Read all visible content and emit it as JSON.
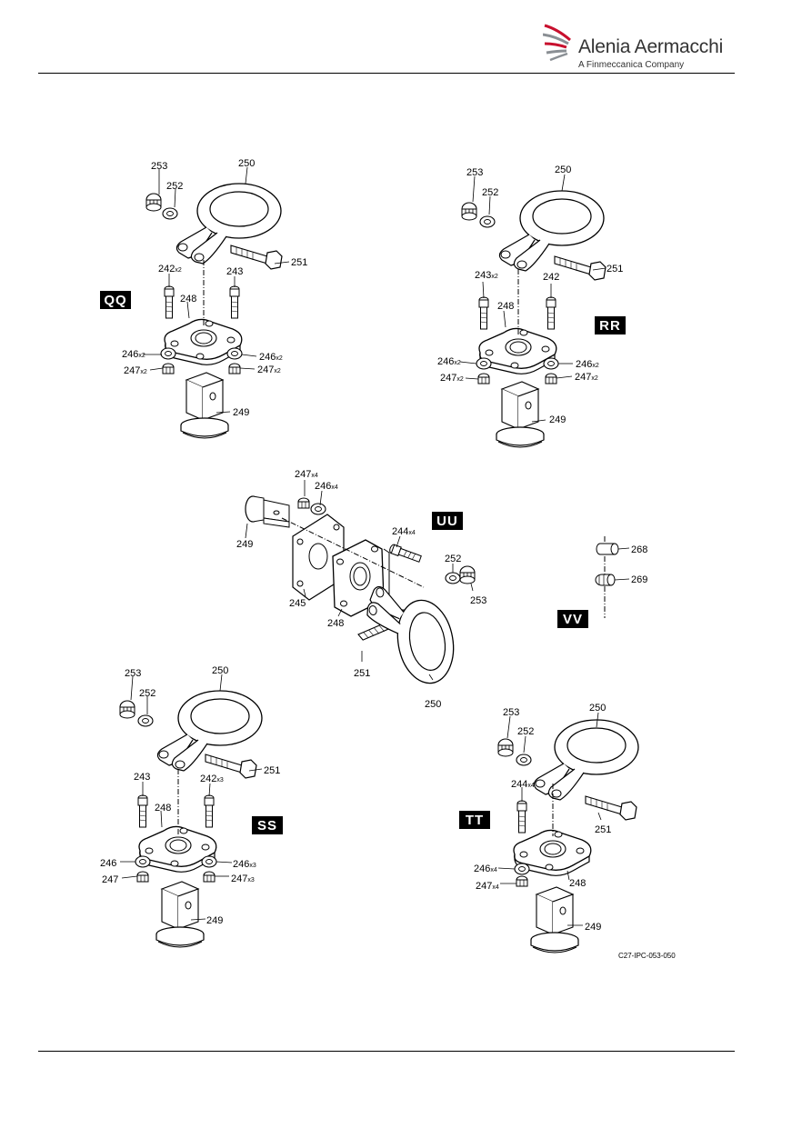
{
  "header": {
    "brand": "Alenia Aermacchi",
    "tagline": "A Finmeccanica Company"
  },
  "figure_code": "C27-IPC-053-050",
  "colors": {
    "ink": "#000000",
    "brand_red": "#c8102e",
    "brand_grey": "#8a8f94"
  },
  "views": {
    "qq": {
      "label": "QQ"
    },
    "rr": {
      "label": "RR"
    },
    "ss": {
      "label": "SS"
    },
    "tt": {
      "label": "TT"
    },
    "uu": {
      "label": "UU"
    },
    "vv": {
      "label": "VV"
    }
  },
  "callouts": [
    {
      "id": "qq-253",
      "ref": "253",
      "qty": ""
    },
    {
      "id": "qq-252",
      "ref": "252",
      "qty": ""
    },
    {
      "id": "qq-250",
      "ref": "250",
      "qty": ""
    },
    {
      "id": "qq-251",
      "ref": "251",
      "qty": ""
    },
    {
      "id": "qq-242",
      "ref": "242",
      "qty": "x2"
    },
    {
      "id": "qq-243",
      "ref": "243",
      "qty": ""
    },
    {
      "id": "qq-248",
      "ref": "248",
      "qty": ""
    },
    {
      "id": "qq-246a",
      "ref": "246",
      "qty": "x2"
    },
    {
      "id": "qq-246b",
      "ref": "246",
      "qty": "x2"
    },
    {
      "id": "qq-247a",
      "ref": "247",
      "qty": "x2"
    },
    {
      "id": "qq-247b",
      "ref": "247",
      "qty": "x2"
    },
    {
      "id": "qq-249",
      "ref": "249",
      "qty": ""
    },
    {
      "id": "rr-253",
      "ref": "253",
      "qty": ""
    },
    {
      "id": "rr-252",
      "ref": "252",
      "qty": ""
    },
    {
      "id": "rr-250",
      "ref": "250",
      "qty": ""
    },
    {
      "id": "rr-251",
      "ref": "251",
      "qty": ""
    },
    {
      "id": "rr-243",
      "ref": "243",
      "qty": "x2"
    },
    {
      "id": "rr-242",
      "ref": "242",
      "qty": ""
    },
    {
      "id": "rr-248",
      "ref": "248",
      "qty": ""
    },
    {
      "id": "rr-246a",
      "ref": "246",
      "qty": "x2"
    },
    {
      "id": "rr-246b",
      "ref": "246",
      "qty": "x2"
    },
    {
      "id": "rr-247a",
      "ref": "247",
      "qty": "x2"
    },
    {
      "id": "rr-247b",
      "ref": "247",
      "qty": "x2"
    },
    {
      "id": "rr-249",
      "ref": "249",
      "qty": ""
    },
    {
      "id": "uu-247",
      "ref": "247",
      "qty": "x4"
    },
    {
      "id": "uu-246",
      "ref": "246",
      "qty": "x4"
    },
    {
      "id": "uu-244",
      "ref": "244",
      "qty": "x4"
    },
    {
      "id": "uu-249",
      "ref": "249",
      "qty": ""
    },
    {
      "id": "uu-252",
      "ref": "252",
      "qty": ""
    },
    {
      "id": "uu-253",
      "ref": "253",
      "qty": ""
    },
    {
      "id": "uu-245",
      "ref": "245",
      "qty": ""
    },
    {
      "id": "uu-248",
      "ref": "248",
      "qty": ""
    },
    {
      "id": "uu-251",
      "ref": "251",
      "qty": ""
    },
    {
      "id": "uu-250",
      "ref": "250",
      "qty": ""
    },
    {
      "id": "vv-268",
      "ref": "268",
      "qty": ""
    },
    {
      "id": "vv-269",
      "ref": "269",
      "qty": ""
    },
    {
      "id": "ss-253",
      "ref": "253",
      "qty": ""
    },
    {
      "id": "ss-252",
      "ref": "252",
      "qty": ""
    },
    {
      "id": "ss-250",
      "ref": "250",
      "qty": ""
    },
    {
      "id": "ss-251",
      "ref": "251",
      "qty": ""
    },
    {
      "id": "ss-243",
      "ref": "243",
      "qty": ""
    },
    {
      "id": "ss-242",
      "ref": "242",
      "qty": "x3"
    },
    {
      "id": "ss-248",
      "ref": "248",
      "qty": ""
    },
    {
      "id": "ss-246a",
      "ref": "246",
      "qty": ""
    },
    {
      "id": "ss-246b",
      "ref": "246",
      "qty": "x3"
    },
    {
      "id": "ss-247a",
      "ref": "247",
      "qty": ""
    },
    {
      "id": "ss-247b",
      "ref": "247",
      "qty": "x3"
    },
    {
      "id": "ss-249",
      "ref": "249",
      "qty": ""
    },
    {
      "id": "tt-253",
      "ref": "253",
      "qty": ""
    },
    {
      "id": "tt-250",
      "ref": "250",
      "qty": ""
    },
    {
      "id": "tt-252",
      "ref": "252",
      "qty": ""
    },
    {
      "id": "tt-244",
      "ref": "244",
      "qty": "x4"
    },
    {
      "id": "tt-251",
      "ref": "251",
      "qty": ""
    },
    {
      "id": "tt-246",
      "ref": "246",
      "qty": "x4"
    },
    {
      "id": "tt-247",
      "ref": "247",
      "qty": "x4"
    },
    {
      "id": "tt-248",
      "ref": "248",
      "qty": ""
    },
    {
      "id": "tt-249",
      "ref": "249",
      "qty": ""
    }
  ]
}
